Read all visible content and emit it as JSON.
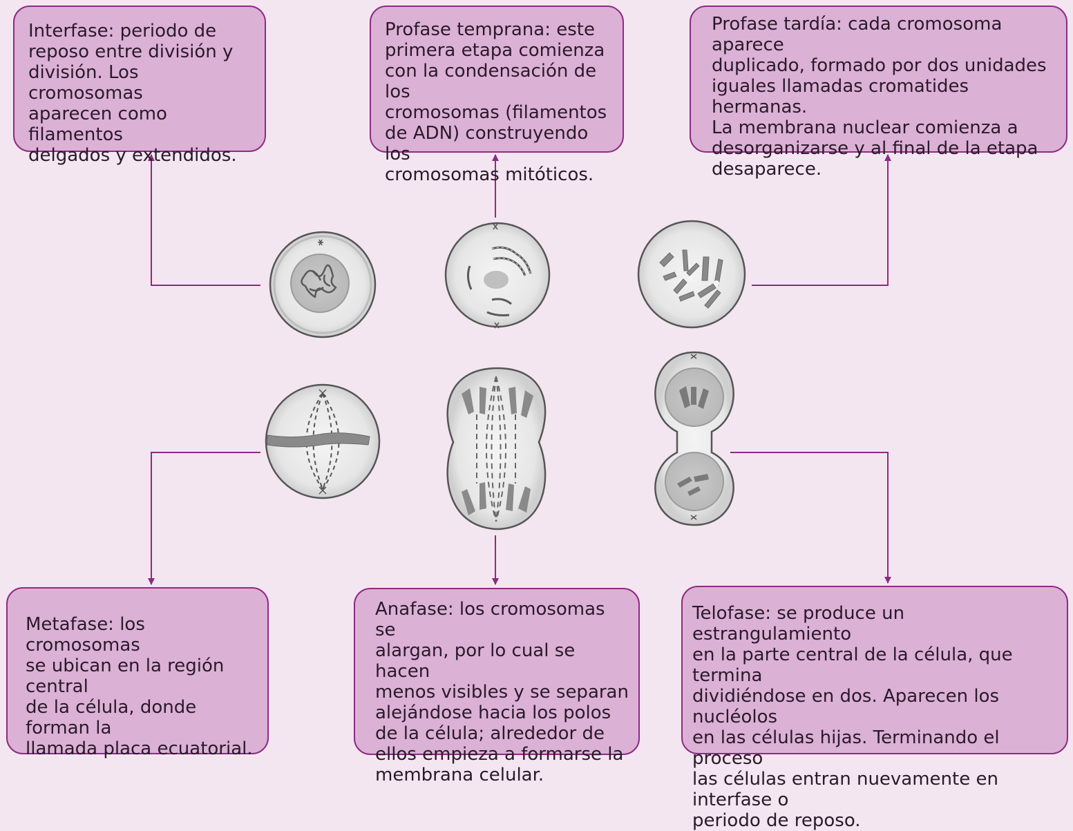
{
  "stages": {
    "interfase": {
      "text": "Interfase: periodo de\nreposo entre división y\ndivisión. Los cromosomas\naparecen como filamentos\ndelgados y extendidos."
    },
    "profase_temprana": {
      "text": "Profase temprana: este\nprimera etapa comienza\ncon la condensación de los\ncromosomas (filamentos\nde ADN) construyendo los\ncromosomas mitóticos."
    },
    "profase_tardia": {
      "text": "Profase tardía: cada cromosoma aparece\nduplicado, formado por dos unidades\niguales llamadas cromatides hermanas.\nLa membrana nuclear comienza a\ndesorganizarse y al final de la etapa\ndesaparece."
    },
    "metafase": {
      "text": "Metafase: los cromosomas\nse ubican en la región central\nde la célula, donde forman la\nllamada placa ecuatorial."
    },
    "anafase": {
      "text": "Anafase: los cromosomas se\nalargan, por lo cual se hacen\nmenos visibles y se separan\nalejándose hacia los polos\nde la célula; alrededor de\nellos empieza a formarse la\nmembrana celular."
    },
    "telofase": {
      "text": "Telofase: se produce un estrangulamiento\nen la parte central de la célula, que termina\ndividiéndose en dos. Aparecen los nucléolos\nen las células hijas. Terminando el proceso\nlas células entran nuevamente en interfase o\nperiodo de reposo."
    }
  },
  "colors": {
    "background": "#f3e6f1",
    "box_fill": "#dcb1d6",
    "border_and_arrows": "#8e2a81",
    "cell_outline": "#555555",
    "cell_fill": "#d8d8d8",
    "chromosome": "#7a7a7a"
  }
}
